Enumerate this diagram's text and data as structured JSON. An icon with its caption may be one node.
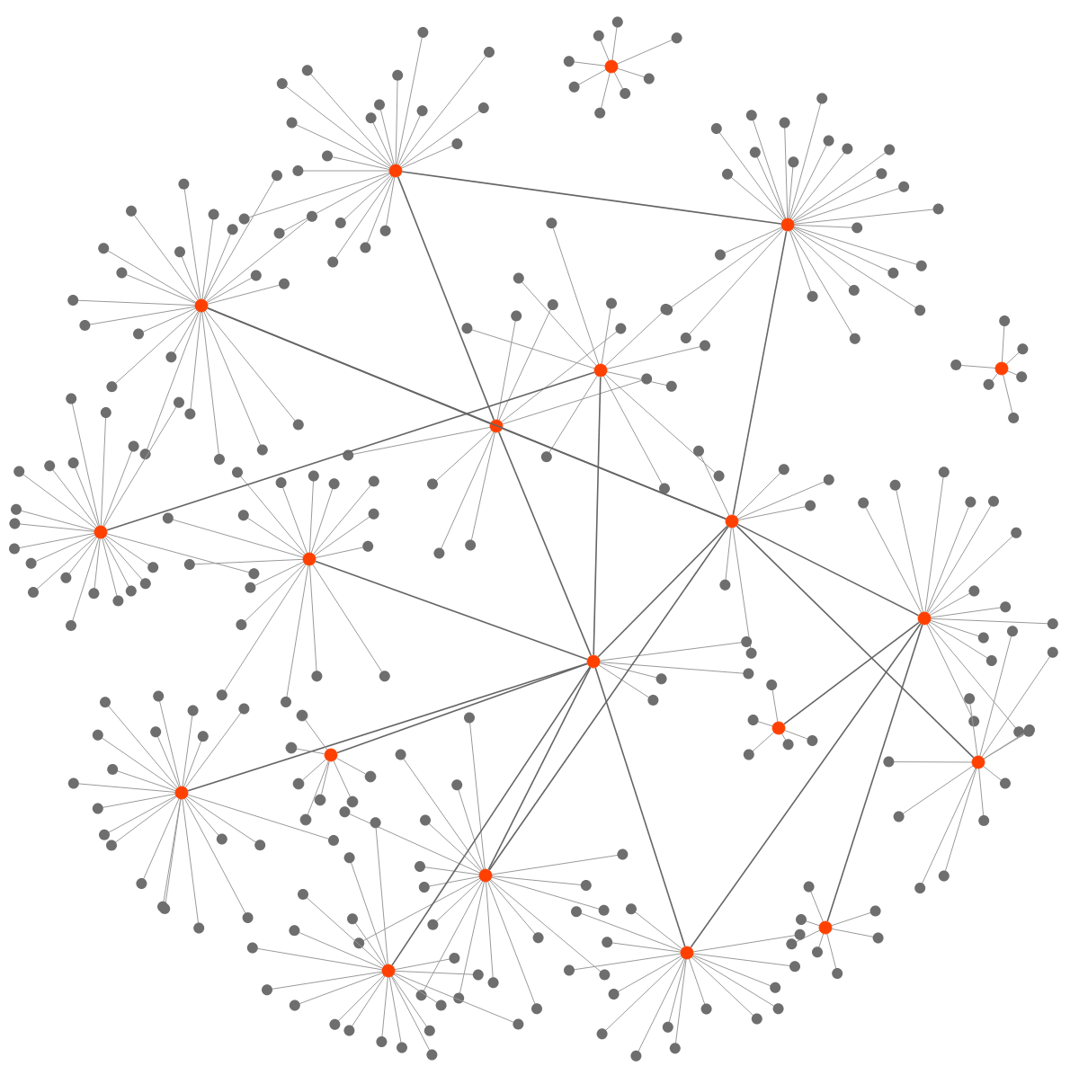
{
  "diagram": {
    "nodes": [
      {
        "text": [],
        "shape": "circle"
      },
      {
        "text": [],
        "shape": "circle"
      },
      {
        "text": [],
        "shape": "circle"
      },
      {
        "text": [],
        "shape": "circle"
      },
      {
        "text": [],
        "shape": "circle"
      },
      {
        "text": [],
        "shape": "circle"
      },
      {
        "text": [],
        "shape": "circle"
      },
      {
        "text": [],
        "shape": "circle"
      },
      {
        "text": [],
        "shape": "circle"
      },
      {
        "text": [],
        "shape": "circle"
      },
      {
        "text": [],
        "shape": "circle"
      },
      {
        "text": [],
        "shape": "circle"
      },
      {
        "text": [],
        "shape": "circle"
      },
      {
        "text": [],
        "shape": "circle"
      },
      {
        "text": [],
        "shape": "circle"
      },
      {
        "text": [],
        "shape": "circle"
      },
      {
        "text": [],
        "shape": "circle"
      },
      {
        "text": [],
        "shape": "circle"
      },
      {
        "text": [],
        "shape": "circle"
      },
      {
        "text": [],
        "shape": "circle"
      },
      {
        "text": [],
        "shape": "circle"
      },
      {
        "text": [],
        "shape": "circle"
      },
      {
        "text": [],
        "shape": "circle"
      },
      {
        "text": [],
        "shape": "circle"
      },
      {
        "text": [],
        "shape": "circle"
      },
      {
        "text": [],
        "shape": "circle"
      },
      {
        "text": [],
        "shape": "circle"
      }
    ],
    "edges": [
      {
        "from": 1,
        "to": 6,
        "arrow": "none"
      },
      {
        "from": 6,
        "to": 11,
        "arrow": "none"
      },
      {
        "from": 5,
        "to": 11,
        "arrow": "none"
      },
      {
        "from": 9,
        "to": 11,
        "arrow": "none"
      },
      {
        "from": 9,
        "to": 10,
        "arrow": "none"
      },
      {
        "from": 11,
        "to": 18,
        "arrow": "none"
      },
      {
        "from": 11,
        "to": 16,
        "arrow": "none"
      },
      {
        "from": 3,
        "to": 9,
        "arrow": "none"
      },
      {
        "from": 2,
        "to": 9,
        "arrow": "none"
      },
      {
        "from": 6,
        "to": 9,
        "arrow": "none"
      },
      {
        "from": 10,
        "to": 18,
        "arrow": "none"
      },
      {
        "from": 15,
        "to": 11,
        "arrow": "none"
      },
      {
        "from": 14,
        "to": 11,
        "arrow": "none"
      },
      {
        "from": 1,
        "to": 2,
        "arrow": "none"
      },
      {
        "from": 3,
        "to": 6,
        "arrow": "none"
      },
      {
        "from": 8,
        "to": 11,
        "arrow": "none"
      },
      {
        "from": 16,
        "to": 9,
        "arrow": "none"
      },
      {
        "from": 13,
        "to": 9,
        "arrow": "none"
      },
      {
        "from": 19,
        "to": 11,
        "arrow": "none"
      },
      {
        "from": 17,
        "to": 10,
        "arrow": "none"
      },
      {
        "from": 7,
        "to": 5,
        "arrow": "none"
      },
      {
        "from": 12,
        "to": 10,
        "arrow": "none"
      },
      {
        "from": 14,
        "to": 20,
        "arrow": "none",
        "color": "#9a9a9a"
      },
      {
        "from": 14,
        "to": 21,
        "arrow": "none",
        "color": "#9a9a9a"
      },
      {
        "from": 14,
        "to": 22,
        "arrow": "none",
        "color": "#9a9a9a"
      },
      {
        "from": 14,
        "to": 23,
        "arrow": "none",
        "color": "#9a9a9a"
      },
      {
        "from": 14,
        "to": 24,
        "arrow": "none",
        "color": "#9a9a9a"
      },
      {
        "from": 14,
        "to": 25,
        "arrow": "none",
        "color": "#9a9a9a"
      },
      {
        "from": 14,
        "to": 26,
        "arrow": "none",
        "color": "#9a9a9a"
      }
    ]
  }
}
